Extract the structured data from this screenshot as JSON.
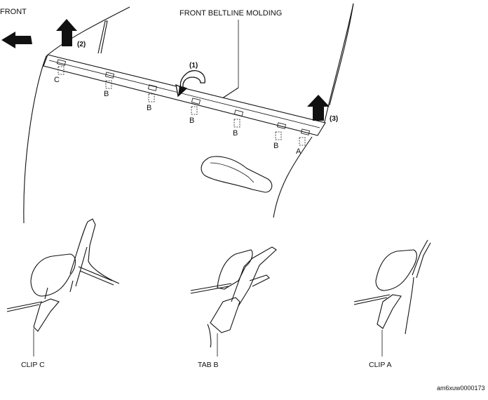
{
  "labels": {
    "front": "FRONT",
    "title": "FRONT BELTLINE MOLDING",
    "step1": "(1)",
    "step2": "(2)",
    "step3": "(3)",
    "clip_c_mark": "C",
    "tab_b_marks": [
      "B",
      "B",
      "B",
      "B",
      "B"
    ],
    "clip_a_mark": "A",
    "clip_c_caption": "CLIP C",
    "tab_b_caption": "TAB B",
    "clip_a_caption": "CLIP A",
    "code": "am6xuw0000173"
  }
}
